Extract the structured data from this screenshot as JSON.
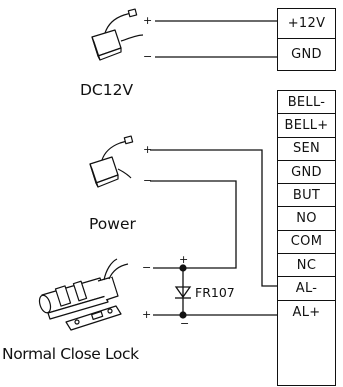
{
  "power_terminals": [
    "+12V",
    "GND"
  ],
  "main_terminals": [
    "BELL-",
    "BELL+",
    "SEN",
    "GND",
    "BUT",
    "NO",
    "COM",
    "NC",
    "AL-",
    "AL+"
  ],
  "labels": {
    "dc_supply": "DC12V",
    "power_supply": "Power",
    "lock": "Normal Close Lock",
    "diode": "FR107",
    "plus": "+",
    "minus": "−"
  },
  "icons": [
    "dc-adapter-icon",
    "power-adapter-icon",
    "electric-lock-icon",
    "diode-symbol"
  ]
}
